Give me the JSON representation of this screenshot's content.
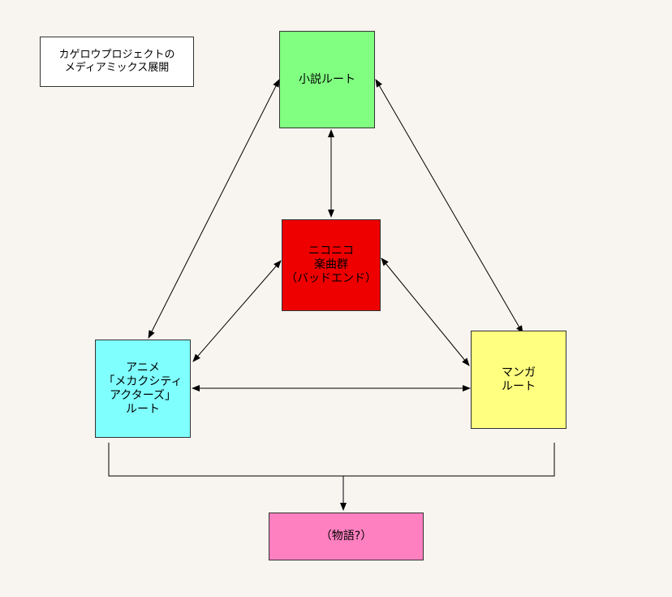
{
  "title": "カゲロウプロジェクトの\nメディアミックス展開",
  "nodes": {
    "novel": {
      "label": "小説ルート",
      "color": "#80ff80"
    },
    "nico": {
      "label": "ニコニコ\n楽曲群\n（バッドエンド）",
      "color": "#ee0000"
    },
    "anime": {
      "label": "アニメ\n「メカクシティ\nアクターズ」\nルート",
      "color": "#80ffff"
    },
    "manga": {
      "label": "マンガ\nルート",
      "color": "#ffff80"
    },
    "story": {
      "label": "（物語?）",
      "color": "#ff80c0"
    }
  },
  "colors": {
    "line": "#000000",
    "border": "#333333",
    "background": "#f8f5f0"
  }
}
